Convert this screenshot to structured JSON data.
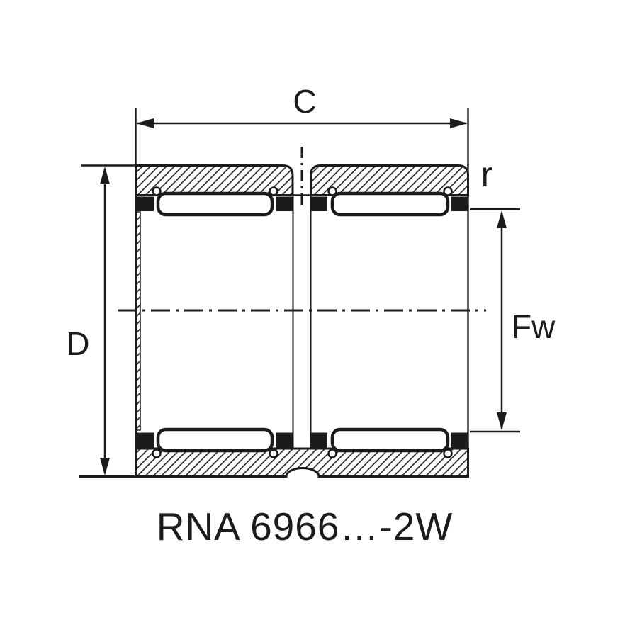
{
  "diagram": {
    "type": "needle-roller-bearing-cross-section",
    "part_number": "RNA 6966…-2W",
    "labels": {
      "width": "C",
      "outer_diameter": "D",
      "bore_diameter": "Fw",
      "corner_radius": "r"
    },
    "colors": {
      "line": "#1b1b1b",
      "background": "#ffffff"
    }
  }
}
